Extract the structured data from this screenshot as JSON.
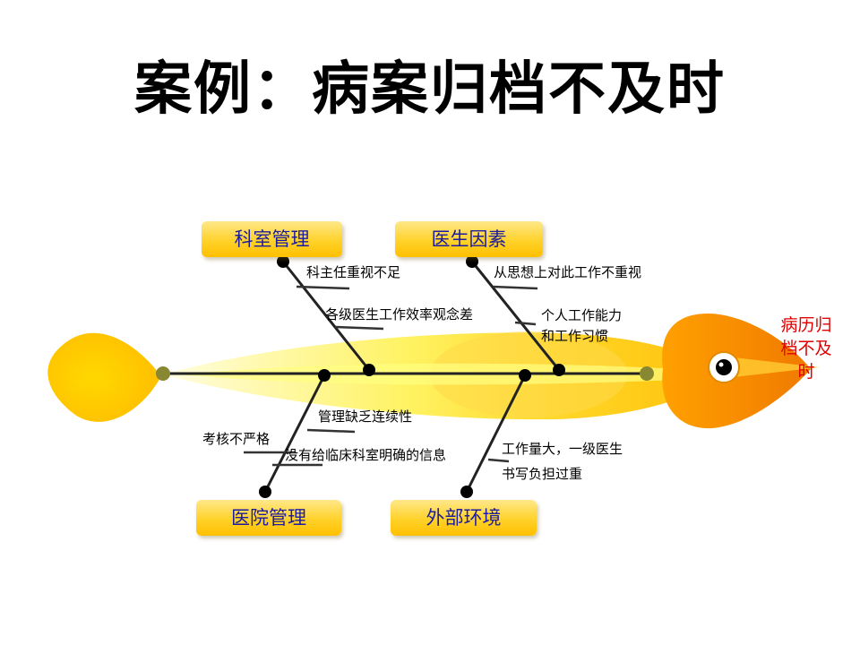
{
  "title": "案例：病案归档不及时",
  "effect": [
    "病历归",
    "档不及",
    "时"
  ],
  "categories": {
    "dept": "科室管理",
    "doctor": "医生因素",
    "hospital": "医院管理",
    "external": "外部环境"
  },
  "causes": {
    "dept_1": "科主任重视不足",
    "dept_2": "各级医生工作效率观念差",
    "doctor_1": "从思想上对此工作不重视",
    "doctor_2a": "个人工作能力",
    "doctor_2b": "和工作习惯",
    "hospital_1": "管理缺乏连续性",
    "hospital_2": "考核不严格",
    "hospital_3": "没有给临床科室明确的信息",
    "external_1a": "工作量大，一级医生",
    "external_1b": "书写负担过重"
  }
}
